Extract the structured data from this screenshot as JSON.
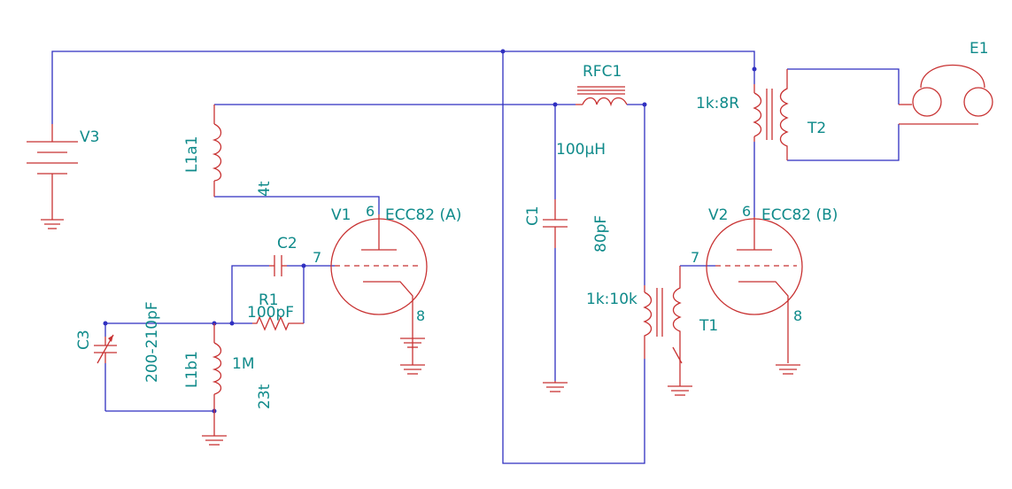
{
  "labels": {
    "E1": "E1",
    "V3": "V3",
    "L1a1": "L1a1",
    "t4": "4t",
    "RFC1": "RFC1",
    "uH100": "100µH",
    "C1": "C1",
    "pF80": "80pF",
    "ratio_T2": "1k:8R",
    "T2": "T2",
    "V1": "V1",
    "V1_type": "ECC82 (A)",
    "V2": "V2",
    "V2_type": "ECC82 (B)",
    "C2": "C2",
    "C2_val": "100pF",
    "R1": "R1",
    "R1_val": "1M",
    "C3": "C3",
    "C3_val": "200-210pF",
    "L1b1": "L1b1",
    "t23": "23t",
    "ratio_T1": "1k:10k",
    "T1": "T1"
  },
  "pins": {
    "V1_plate": "6",
    "V1_grid": "7",
    "V1_cathode": "8",
    "V2_plate": "6",
    "V2_grid": "7",
    "V2_cathode": "8"
  },
  "colors": {
    "wire": "#2f2fc0",
    "component": "#c83232",
    "label": "#0f8a8a"
  }
}
